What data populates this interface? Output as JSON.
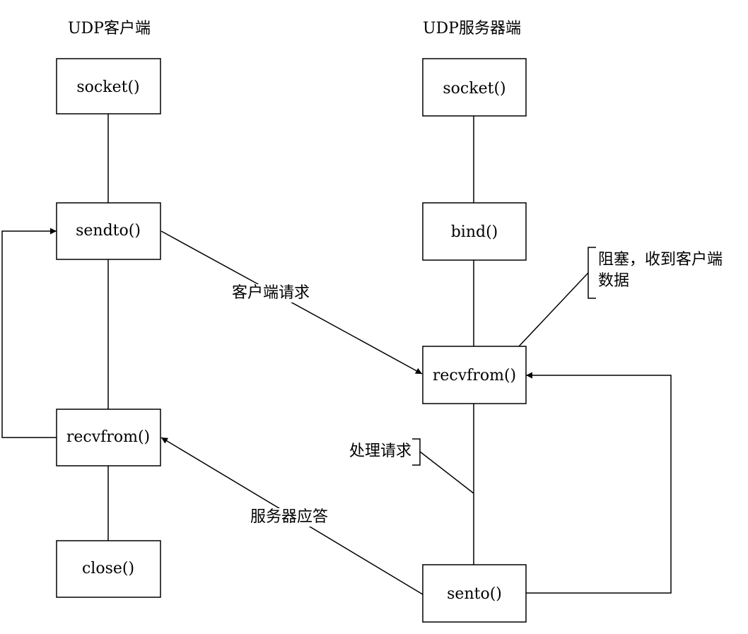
{
  "titles": {
    "client": "UDP客户端",
    "server": "UDP服务器端"
  },
  "client": {
    "socket": "socket()",
    "sendto": "sendto()",
    "recvfrom": "recvfrom()",
    "close": "close()"
  },
  "server": {
    "socket": "socket()",
    "bind": "bind()",
    "recvfrom": "recvfrom()",
    "sento": "sento()"
  },
  "edges": {
    "request": "客户端请求",
    "response": "服务器应答"
  },
  "notes": {
    "block": "阻塞，收到客户端\n数据",
    "process": "处理请求"
  }
}
